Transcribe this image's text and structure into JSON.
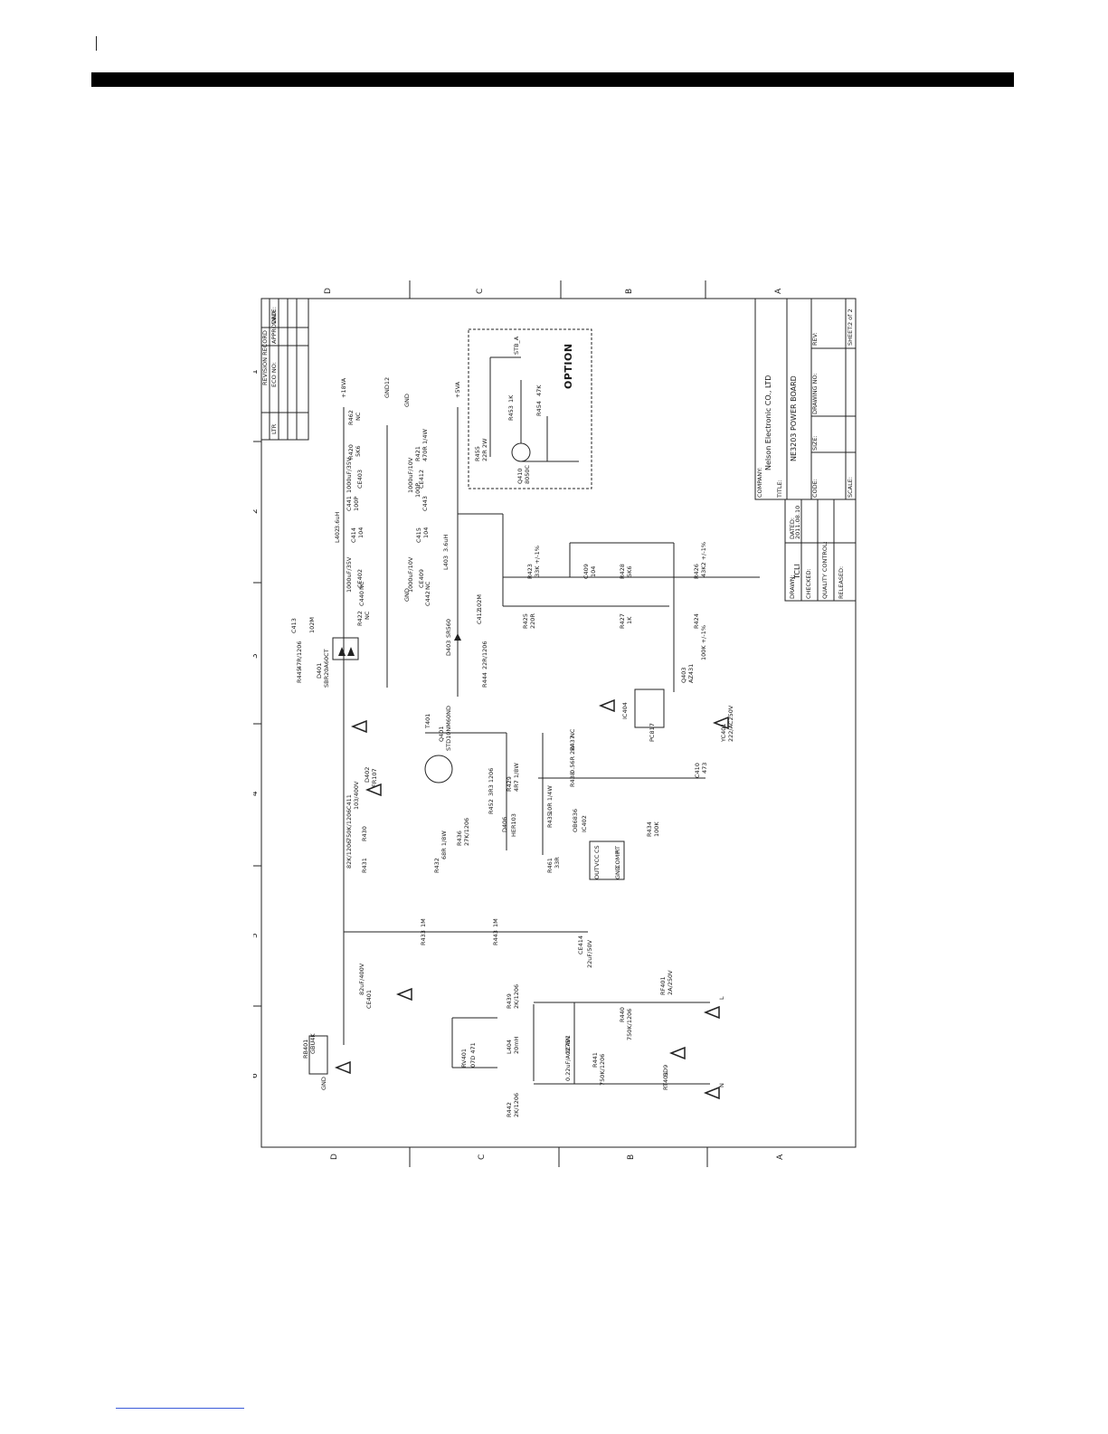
{
  "title_block": {
    "company": "Nelson Electronic CO., LTD",
    "title": "NE3203 POWER BOARD",
    "drawn_by": "TCLI",
    "date": "2011.08.10",
    "field_company": "COMPANY:",
    "field_title": "TITLE:",
    "field_code": "CODE:",
    "field_size": "SIZE:",
    "field_drawing_no": "DRAWING NO:",
    "field_rev": "REV:",
    "field_scale": "SCALE:",
    "field_sheet": "SHEET:",
    "sheet_value": "2 of 2",
    "field_drawn": "DRAWN:",
    "field_checked": "CHECKED:",
    "field_quality": "QUALITY CONTROL:",
    "field_released": "RELEASED:",
    "field_dated": "DATED:"
  },
  "revision_block": {
    "header": "REVISION RECORD",
    "col_ltr": "LTR",
    "col_eco": "ECO NO:",
    "col_approved": "APPROVED:",
    "col_date": "DATE:"
  },
  "zones": {
    "rows": [
      "D",
      "C",
      "B",
      "A"
    ],
    "columns": [
      "1",
      "2",
      "3",
      "4",
      "5",
      "6"
    ]
  },
  "option_box": {
    "label": "OPTION",
    "parts": [
      {
        "ref": "R455",
        "value": "22R 2W"
      },
      {
        "ref": "R453",
        "value": "1K"
      },
      {
        "ref": "R454",
        "value": "47K"
      },
      {
        "ref": "Q410",
        "value": "8050C"
      },
      {
        "ref": "STB_A",
        "value": ""
      }
    ]
  },
  "rails": [
    {
      "name": "+18VA"
    },
    {
      "name": "GND12"
    },
    {
      "name": "GND"
    },
    {
      "name": "+5VA"
    },
    {
      "name": "GND"
    }
  ],
  "components": {
    "output_18v": [
      {
        "ref": "R462",
        "value": "NC"
      },
      {
        "ref": "R420",
        "value": "5K6"
      },
      {
        "ref": "CE403",
        "value": "1000uF/35V"
      },
      {
        "ref": "C441",
        "value": "100P"
      },
      {
        "ref": "C414",
        "value": "104"
      },
      {
        "ref": "L402",
        "value": "3.6uH"
      },
      {
        "ref": "CE402",
        "value": "1000uF/35V"
      },
      {
        "ref": "C440",
        "value": "NC"
      },
      {
        "ref": "R422",
        "value": "NC"
      },
      {
        "ref": "C413",
        "value": "102M"
      },
      {
        "ref": "D401",
        "value": "SBR20A60CT"
      },
      {
        "ref": "R445",
        "value": "47R/1206"
      }
    ],
    "output_5v": [
      {
        "ref": "R421",
        "value": "470R 1/4W"
      },
      {
        "ref": "CE412",
        "value": "1000uF/10V"
      },
      {
        "ref": "C443",
        "value": "100P"
      },
      {
        "ref": "C415",
        "value": "104"
      },
      {
        "ref": "L403",
        "value": "3.6uH"
      },
      {
        "ref": "CE409",
        "value": "1000uF/10V"
      },
      {
        "ref": "C442",
        "value": "NC"
      },
      {
        "ref": "D403",
        "value": "SR560"
      },
      {
        "ref": "C412",
        "value": "102M"
      },
      {
        "ref": "R444",
        "value": "22R/1206"
      }
    ],
    "feedback": [
      {
        "ref": "R423",
        "value": "33K +/-1%"
      },
      {
        "ref": "C409",
        "value": "104"
      },
      {
        "ref": "R428",
        "value": "5K6"
      },
      {
        "ref": "R426",
        "value": "43K2 +/-1%"
      },
      {
        "ref": "R425",
        "value": "220R"
      },
      {
        "ref": "R427",
        "value": "1K"
      },
      {
        "ref": "R424",
        "value": "100K +/-1%"
      },
      {
        "ref": "Q403",
        "value": "AZ431"
      },
      {
        "ref": "IC404",
        "value": "PC817"
      },
      {
        "ref": "YC401",
        "value": "222/AC250V"
      }
    ],
    "primary": [
      {
        "ref": "T401",
        "value": ""
      },
      {
        "ref": "Q401",
        "value": "STD10NM60ND"
      },
      {
        "ref": "R437",
        "value": "NC"
      },
      {
        "ref": "R438",
        "value": "0.56R 2W"
      },
      {
        "ref": "R452",
        "value": "3R3 1206"
      },
      {
        "ref": "R429",
        "value": "4R7 1/8W"
      },
      {
        "ref": "R435",
        "value": "10R 1/4W"
      },
      {
        "ref": "C411",
        "value": "103/400V"
      },
      {
        "ref": "D402",
        "value": "FR107"
      },
      {
        "ref": "R430",
        "value": "750K/1206"
      },
      {
        "ref": "R431",
        "value": "82K/1206"
      },
      {
        "ref": "R436",
        "value": "27K/1206"
      },
      {
        "ref": "R432",
        "value": "68R 1/8W"
      },
      {
        "ref": "D406",
        "value": "HER103"
      },
      {
        "ref": "IC402",
        "value": "OB6836"
      },
      {
        "ref": "R461",
        "value": "33R"
      },
      {
        "ref": "R434",
        "value": "100K"
      },
      {
        "ref": "C410",
        "value": "473"
      },
      {
        "ref": "R433",
        "value": "1M"
      },
      {
        "ref": "R443",
        "value": "1M"
      },
      {
        "ref": "CE414",
        "value": "22uF/50V"
      }
    ],
    "input": [
      {
        "ref": "CE401",
        "value": "82uF/400V"
      },
      {
        "ref": "RB401",
        "value": "GBU4K"
      },
      {
        "ref": "R439",
        "value": "2K/1206"
      },
      {
        "ref": "R442",
        "value": "2K/1206"
      },
      {
        "ref": "RV401",
        "value": "07D 471"
      },
      {
        "ref": "L404",
        "value": "20mH"
      },
      {
        "ref": "XC401",
        "value": "0.22uF/AC275V"
      },
      {
        "ref": "R440",
        "value": "750K/1206"
      },
      {
        "ref": "R441",
        "value": "750K/1206"
      },
      {
        "ref": "RF401",
        "value": "2A/250V"
      },
      {
        "ref": "RT401",
        "value": "5D9"
      }
    ]
  },
  "ic_pins": {
    "ic402": [
      "CS",
      "VCC",
      "OUT",
      "RT",
      "COMP",
      "GND"
    ]
  },
  "connector_labels": {
    "line": "L",
    "neutral": "N",
    "gnd": "GND"
  }
}
